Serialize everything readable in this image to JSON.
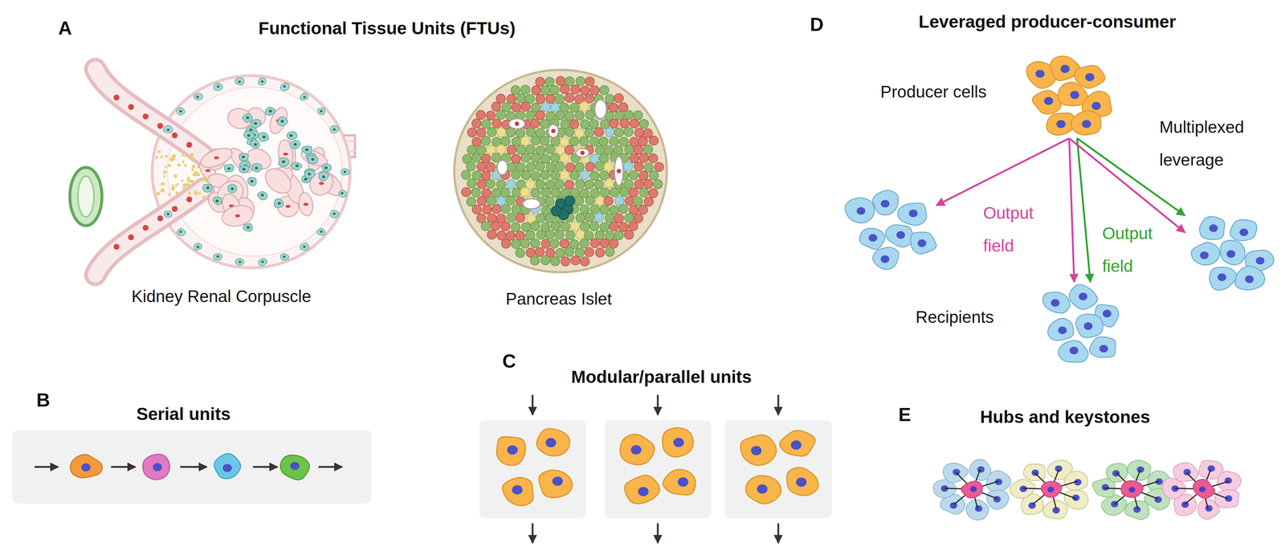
{
  "diagram": {
    "nodes": [
      {
        "text": [
          "Producer cells"
        ]
      },
      {
        "text": []
      },
      {
        "text": [
          "Recipients"
        ]
      },
      {
        "text": []
      }
    ],
    "edges": [
      {
        "from": 0,
        "to": 1,
        "arrow": "to"
      },
      {
        "from": 0,
        "to": 2,
        "arrow": "to",
        "label": "Output field"
      },
      {
        "from": 0,
        "to": 2,
        "arrow": "to",
        "label": "Output field"
      },
      {
        "from": 0,
        "to": 3,
        "arrow": "to"
      },
      {
        "from": 0,
        "to": 3,
        "arrow": "to"
      }
    ],
    "labels": [
      "A",
      "Functional Tissue Units (FTUs)",
      "Kidney Renal Corpuscle",
      "Pancreas Islet",
      "B",
      "Serial units",
      "C",
      "Modular/parallel units",
      "D",
      "Leveraged producer-consumer",
      "Multiplexed leverage",
      "E",
      "Hubs and keystones"
    ]
  }
}
